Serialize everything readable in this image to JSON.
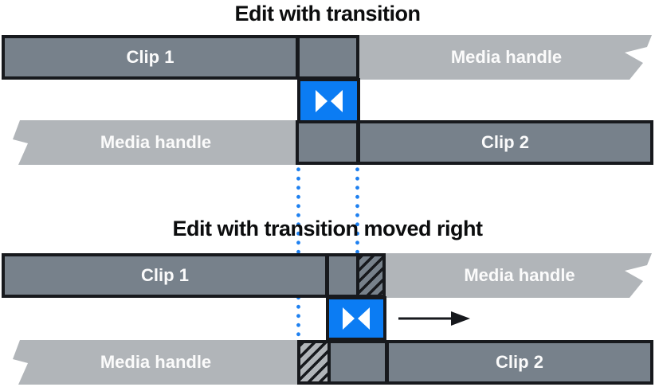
{
  "colors": {
    "clip_dark": "#77818b",
    "handle_light": "#b1b5b9",
    "transition_blue": "#0b7cf3",
    "guide_blue": "#1e80f0",
    "outline_black": "#17191d",
    "label_white": "#fbfbfb",
    "title_black": "#0c0d0e"
  },
  "top_diagram": {
    "title": "Edit with transition",
    "row1": {
      "clip_label": "Clip 1",
      "handle_label": "Media handle"
    },
    "row2": {
      "handle_label": "Media handle",
      "clip_label": "Clip 2"
    }
  },
  "bottom_diagram": {
    "title": "Edit with transition moved right",
    "row1": {
      "clip_label": "Clip 1",
      "handle_label": "Media handle"
    },
    "row2": {
      "handle_label": "Media handle",
      "clip_label": "Clip 2"
    }
  },
  "icons": {
    "transition": "transition-bowtie-icon",
    "arrow": "arrow-right-icon",
    "guides": "edit-point-guide-dotted-lines"
  }
}
